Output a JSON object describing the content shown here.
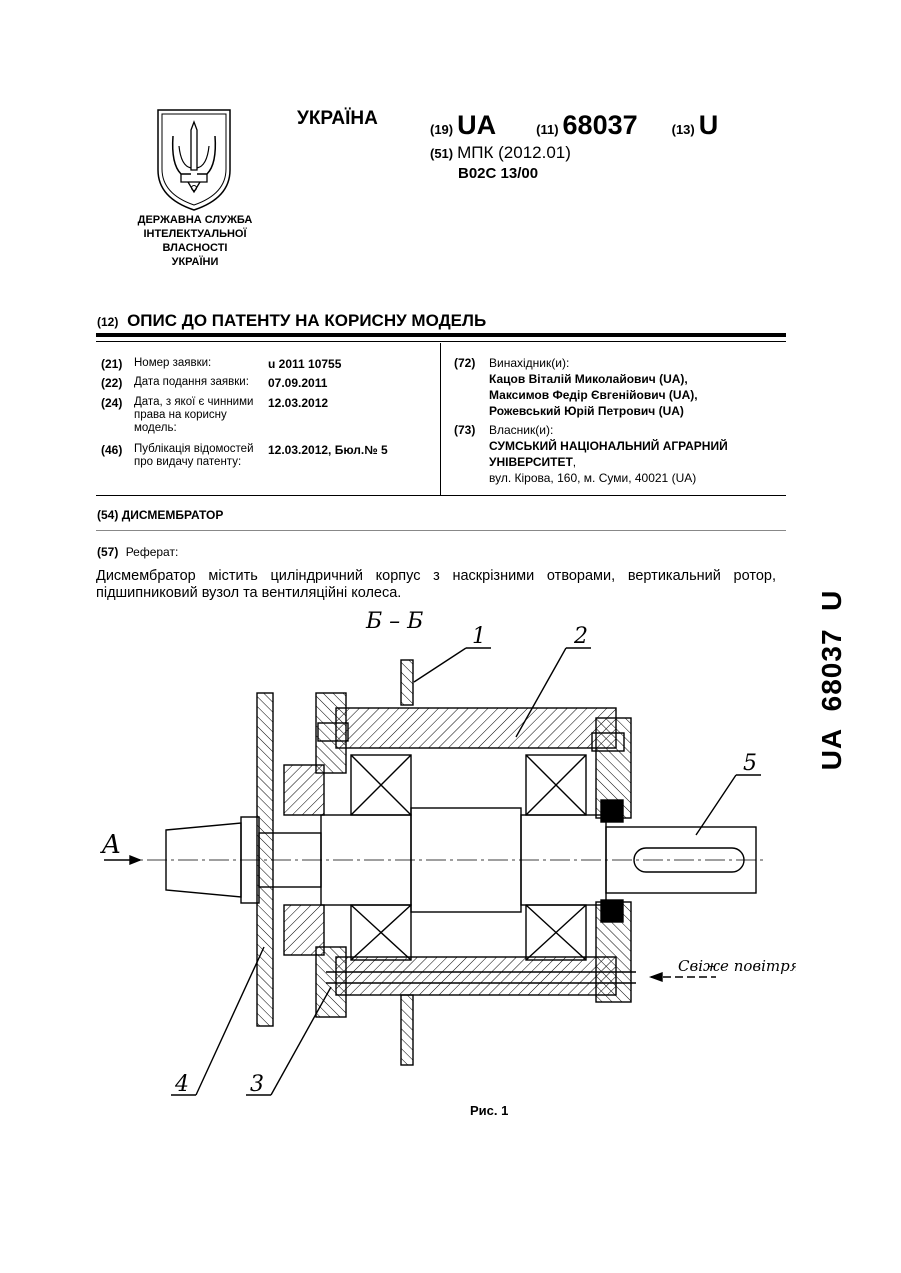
{
  "header": {
    "country": "УКРАЇНА",
    "agency_lines": [
      "ДЕРЖАВНА СЛУЖБА",
      "ІНТЕЛЕКТУАЛЬНОЇ",
      "ВЛАСНОСТІ",
      "УКРАЇНИ"
    ],
    "code19_num": "(19)",
    "code19_val": "UA",
    "code11_num": "(11)",
    "code11_val": "68037",
    "code13_num": "(13)",
    "code13_val": "U",
    "code51_num": "(51)",
    "code51_val": "МПК (2012.01)",
    "ipc": "B02C 13/00"
  },
  "title": {
    "num": "(12)",
    "text": "ОПИС ДО ПАТЕНТУ НА КОРИСНУ МОДЕЛЬ"
  },
  "biblio_left": [
    {
      "num": "(21)",
      "label": "Номер заявки:",
      "value": "u 2011 10755"
    },
    {
      "num": "(22)",
      "label": "Дата подання заявки:",
      "value": "07.09.2011"
    },
    {
      "num": "(24)",
      "label": "Дата, з якої є чинними права на корисну модель:",
      "value": "12.03.2012"
    },
    {
      "num": "(46)",
      "label": "Публікація відомостей про видачу патенту:",
      "value": "12.03.2012, Бюл.№ 5"
    }
  ],
  "biblio_right": {
    "inventors_num": "(72)",
    "inventors_label": "Винахідник(и):",
    "inventors": [
      "Кацов Віталій Миколайович (UA),",
      "Максимов Федір Євгенійович (UA),",
      "Рожевський Юрій Петрович (UA)"
    ],
    "owner_num": "(73)",
    "owner_label": "Власник(и):",
    "owner_lines": [
      "СУМСЬКИЙ НАЦІОНАЛЬНИЙ АГРАРНИЙ",
      "УНІВЕРСИТЕТ"
    ],
    "owner_comma": ",",
    "owner_address": "вул. Кірова, 160, м. Суми, 40021 (UA)"
  },
  "section54": {
    "num": "(54)",
    "text": "ДИСМЕМБРАТОР"
  },
  "section57": {
    "num": "(57)",
    "label": "Реферат:"
  },
  "abstract": "Дисмембратор містить циліндричний корпус з наскрізними отворами, вертикальний ротор, підшипниковий вузол та вентиляційні колеса.",
  "side_label": "UA  68037  U",
  "figure": {
    "section_label": "Б – Б",
    "part_labels": [
      "1",
      "2",
      "3",
      "4",
      "5"
    ],
    "view_label": "A",
    "air_label": "Свіже повітря",
    "caption": "Рис. 1"
  }
}
